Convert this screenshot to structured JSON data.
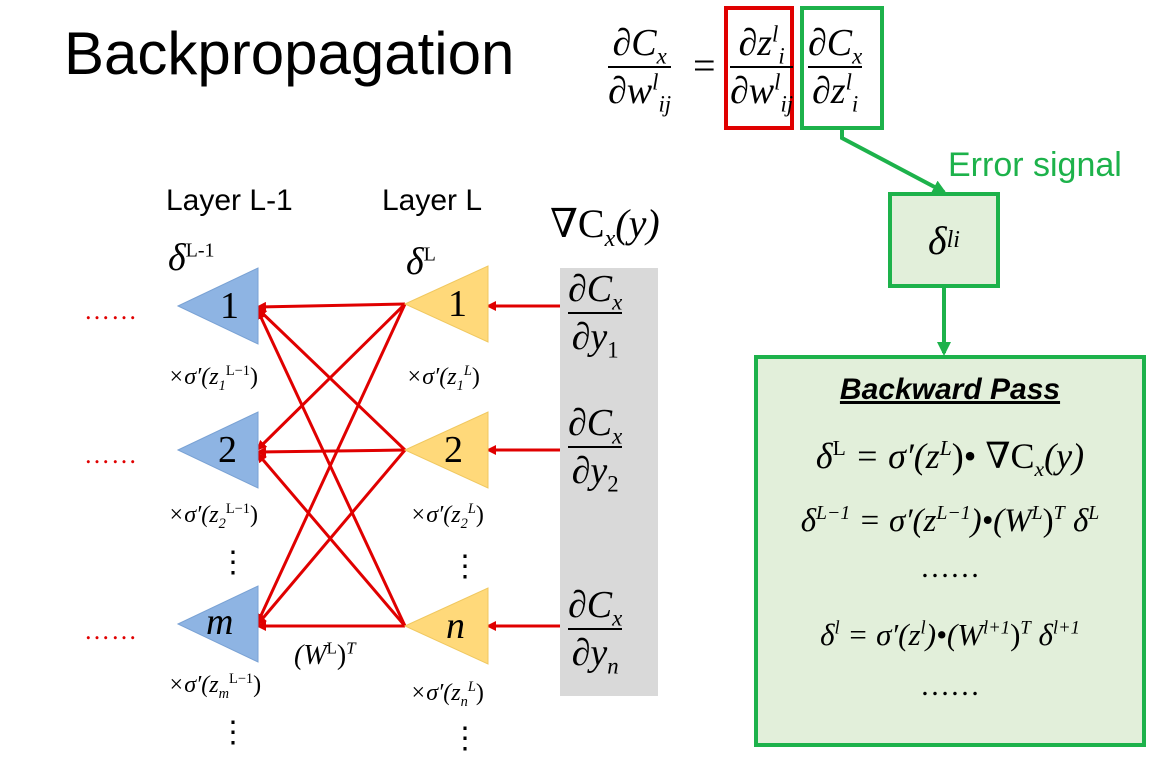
{
  "title": "Backpropagation",
  "formula": {
    "lhs_num": "∂C",
    "lhs_num_sub": "x",
    "lhs_den": "∂w",
    "lhs_den_sup": "l",
    "lhs_den_sub": "ij",
    "equals": "=",
    "mid_num": "∂z",
    "mid_num_sup": "l",
    "mid_num_sub": "i",
    "mid_den": "∂w",
    "mid_den_sup": "l",
    "mid_den_sub": "ij",
    "rhs_num": "∂C",
    "rhs_num_sub": "x",
    "rhs_den": "∂z",
    "rhs_den_sup": "l",
    "rhs_den_sub": "i"
  },
  "error_signal": {
    "label": "Error signal",
    "symbol": "δ",
    "sup": "l",
    "sub": "i"
  },
  "layers": {
    "prev_label": "Layer L-1",
    "curr_label": "Layer L",
    "prev_delta": "δ",
    "prev_delta_sup": "L-1",
    "curr_delta": "δ",
    "curr_delta_sup": "L",
    "gradient": "∇C",
    "gradient_sub": "x",
    "gradient_arg": "(y)"
  },
  "nodes_prev": [
    "1",
    "2",
    "m"
  ],
  "nodes_curr": [
    "1",
    "2",
    "n"
  ],
  "outputs": [
    {
      "num": "∂C",
      "num_sub": "x",
      "den": "∂y",
      "den_sub": "1"
    },
    {
      "num": "∂C",
      "num_sub": "x",
      "den": "∂y",
      "den_sub": "2"
    },
    {
      "num": "∂C",
      "num_sub": "x",
      "den": "∂y",
      "den_sub": "n"
    }
  ],
  "sigma_prev": [
    {
      "text": "×σ′(z",
      "sub": "1",
      "sup": "L−1",
      "close": ")"
    },
    {
      "text": "×σ′(z",
      "sub": "2",
      "sup": "L−1",
      "close": ")"
    },
    {
      "text": "×σ′(z",
      "sub": "m",
      "sup": "L−1",
      "close": ")"
    }
  ],
  "sigma_curr": [
    {
      "text": "×σ′(z",
      "sub": "1",
      "sup": "L",
      "close": ")"
    },
    {
      "text": "×σ′(z",
      "sub": "2",
      "sup": "L",
      "close": ")"
    },
    {
      "text": "×σ′(z",
      "sub": "n",
      "sup": "L",
      "close": ")"
    }
  ],
  "ellipsis_left": "……",
  "weight_label": {
    "open": "(W",
    "sup1": "L",
    "close": ")",
    "sup2": "T"
  },
  "vdots": "⋮",
  "backward_pass": {
    "title": "Backward Pass",
    "line1": {
      "a": "δ",
      "a_sup": "L",
      "b": " = σ′(z",
      "b_sup": "L",
      "c": ")• ∇C",
      "c_sub": "x",
      "d": "(y)"
    },
    "line2": {
      "a": "δ",
      "a_sup": "L−1",
      "b": " = σ′(z",
      "b_sup": "L−1",
      "c": ")•(W",
      "c_sup": "L",
      "d": ")",
      "d_sup": "T",
      "e": " δ",
      "e_sup": "L"
    },
    "dots": "……",
    "line3": {
      "a": "δ",
      "a_sup": "l",
      "b": " = σ′(z",
      "b_sup": "l",
      "c": ")•(W",
      "c_sup": "l+1",
      "d": ")",
      "d_sup": "T",
      "e": " δ",
      "e_sup": "l+1"
    },
    "dots2": "……"
  },
  "colors": {
    "red": "#e00000",
    "green": "#1db24b",
    "green_fill": "#e2efda",
    "blue_node": "#8eb4e3",
    "orange_node": "#ffd97a",
    "gray": "#d9d9d9"
  }
}
